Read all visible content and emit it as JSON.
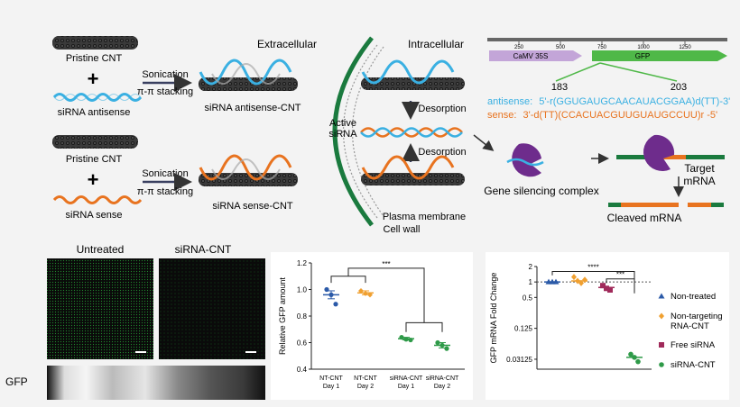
{
  "top": {
    "pristine_cnt_1": "Pristine CNT",
    "pristine_cnt_2": "Pristine CNT",
    "plus": "+",
    "sirna_antisense": "siRNA antisense",
    "sirna_sense": "siRNA sense",
    "sonication_1": "Sonication",
    "pistack_1": "π-π stacking",
    "sonication_2": "Sonication",
    "pistack_2": "π-π stacking",
    "antisense_cnt": "siRNA antisense-CNT",
    "sense_cnt": "siRNA sense-CNT",
    "extracellular": "Extracellular",
    "intracellular": "Intracellular",
    "active_sirna": "Active\nsiRNA",
    "desorption_1": "Desorption",
    "desorption_2": "Desorption",
    "plasma_membrane": "Plasma membrane",
    "cell_wall": "Cell wall"
  },
  "gene": {
    "ticks": [
      "250",
      "500",
      "750",
      "1000",
      "1250"
    ],
    "camv": "CaMV 35S",
    "gfp": "GFP",
    "pos_start": "183",
    "pos_end": "203",
    "antisense_label": "antisense:",
    "antisense_seq": "5'-r(GGUGAUGCAACAUACGGAA)d(TT)-3'",
    "sense_label": "sense:",
    "sense_seq": "3'-d(TT)(CCACUACGUUGUAUGCCUU)r -5'",
    "silencing_complex": "Gene silencing complex",
    "target_mrna": "Target\nmRNA",
    "cleaved_mrna": "Cleaved mRNA"
  },
  "images": {
    "untreated": "Untreated",
    "sirna_cnt": "siRNA-CNT",
    "gfp_label": "GFP"
  },
  "colors": {
    "antisense": "#3ab0e2",
    "sense": "#e8731f",
    "membrane_green": "#1a7a3e",
    "camv": "#c3a5d8",
    "gfp_arrow": "#4fb848",
    "protein": "#6e2c8c",
    "nontreated": "#2b5aa8",
    "nontargeting": "#f0a030",
    "free_sirna": "#a02a5a",
    "sirna_cnt_dot": "#2e9a48"
  },
  "chart_data": [
    {
      "type": "scatter",
      "title": "",
      "xlabel": "",
      "ylabel": "Relative GFP amount",
      "ylim": [
        0.4,
        1.2
      ],
      "yticks": [
        "0.4",
        "0.6",
        "0.8",
        "1.0",
        "1.2"
      ],
      "categories": [
        "NT-CNT\nDay 1",
        "NT-CNT\nDay 2",
        "siRNA-CNT\nDay 1",
        "siRNA-CNT\nDay 2"
      ],
      "series": [
        {
          "color": "#2b5aa8",
          "mean": 0.96,
          "sem": 0.03,
          "points": [
            1.0,
            0.96,
            0.89
          ]
        },
        {
          "color": "#f0a030",
          "mean": 0.975,
          "sem": 0.015,
          "points": [
            0.99,
            0.97,
            0.96
          ]
        },
        {
          "color": "#2e9a48",
          "mean": 0.63,
          "sem": 0.01,
          "points": [
            0.64,
            0.625,
            0.62
          ]
        },
        {
          "color": "#2e9a48",
          "mean": 0.58,
          "sem": 0.02,
          "points": [
            0.6,
            0.58,
            0.555
          ]
        }
      ],
      "significance": "***"
    },
    {
      "type": "scatter",
      "title": "",
      "xlabel": "",
      "ylabel": "GFP mRNA Fold Change",
      "scale": "log",
      "ylim": [
        0.02,
        2
      ],
      "yticks": [
        "2",
        "1",
        "0.5",
        "0.125",
        "0.03125"
      ],
      "series": [
        {
          "name": "Non-treated",
          "color": "#2b5aa8",
          "marker": "triangle",
          "mean": 1.0,
          "points": [
            1.0,
            1.0,
            1.0
          ]
        },
        {
          "name": "Non-targeting\nRNA-CNT",
          "color": "#f0a030",
          "marker": "diamond",
          "mean": 1.05,
          "points": [
            1.25,
            1.05,
            0.95,
            1.1
          ]
        },
        {
          "name": "Free siRNA",
          "color": "#a02a5a",
          "marker": "square",
          "mean": 0.78,
          "points": [
            0.85,
            0.75,
            0.7
          ]
        },
        {
          "name": "siRNA-CNT",
          "color": "#2e9a48",
          "marker": "circle",
          "mean": 0.034,
          "points": [
            0.039,
            0.034,
            0.028
          ]
        }
      ],
      "significance": [
        "****",
        "***"
      ],
      "legend": "right"
    }
  ]
}
